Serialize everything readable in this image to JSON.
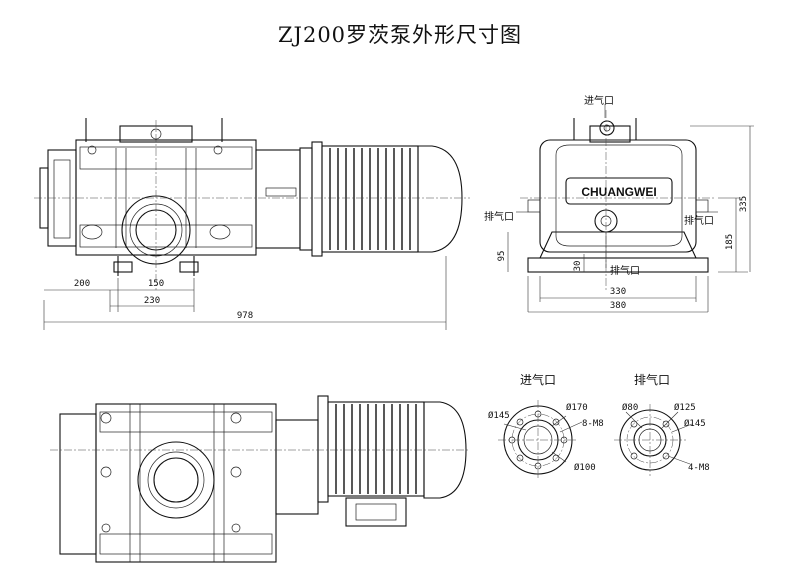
{
  "title": "ZJ200罗茨泵外形尺寸图",
  "front_view": {
    "dims": {
      "d200": "200",
      "d150": "150",
      "d230": "230",
      "d978": "978"
    }
  },
  "side_view": {
    "inlet_label": "进气口",
    "outlet_left_label": "排气口",
    "outlet_right_label": "排气口",
    "outlet_bottom_label": "排气口",
    "brand": "CHUANGWEI",
    "dims": {
      "d95": "95",
      "d30": "30",
      "d330": "330",
      "d380": "380",
      "d335": "335",
      "d185": "185"
    }
  },
  "flange_inlet": {
    "label": "进气口",
    "d145": "Ø145",
    "d170": "Ø170",
    "holes": "8-M8",
    "d100": "Ø100"
  },
  "flange_outlet": {
    "label": "排气口",
    "d80": "Ø80",
    "d125": "Ø125",
    "d145": "Ø145",
    "holes": "4-M8"
  }
}
